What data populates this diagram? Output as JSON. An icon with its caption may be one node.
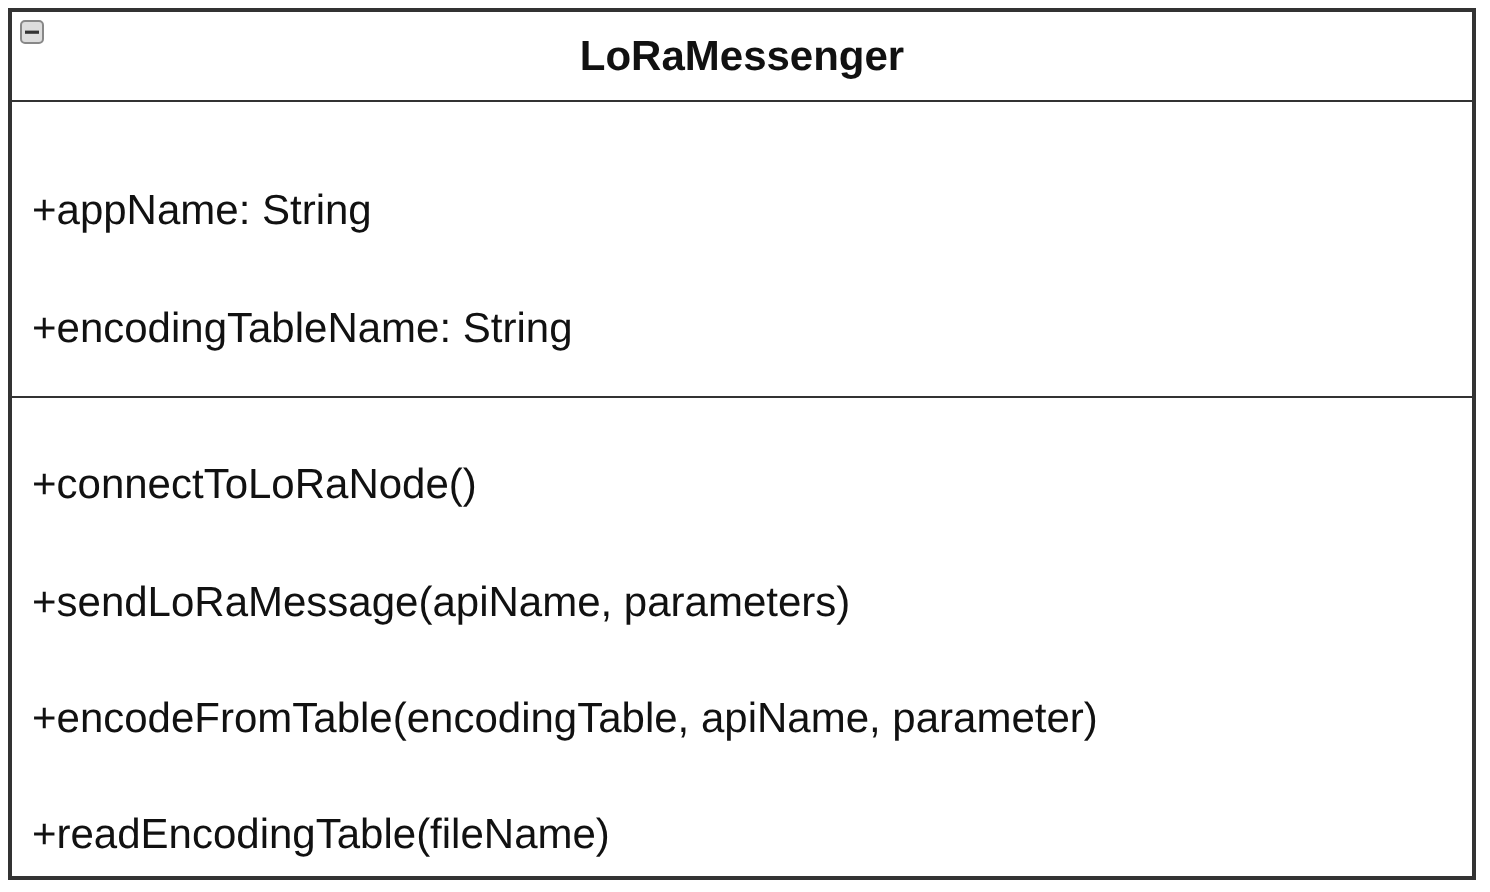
{
  "diagram": {
    "nodes": [
      {
        "text": [
          "LoRaMessenger"
        ]
      },
      {
        "text": [
          "+appName: String",
          "+encodingTableName: String"
        ],
        "in": 0
      },
      {
        "text": [
          "+connectToLoRaNode()",
          "+sendLoRaMessage(apiName, parameters)",
          "+encodeFromTable(encodingTable, apiName, parameter)",
          "+readEncodingTable(fileName)"
        ],
        "in": 0
      }
    ]
  }
}
